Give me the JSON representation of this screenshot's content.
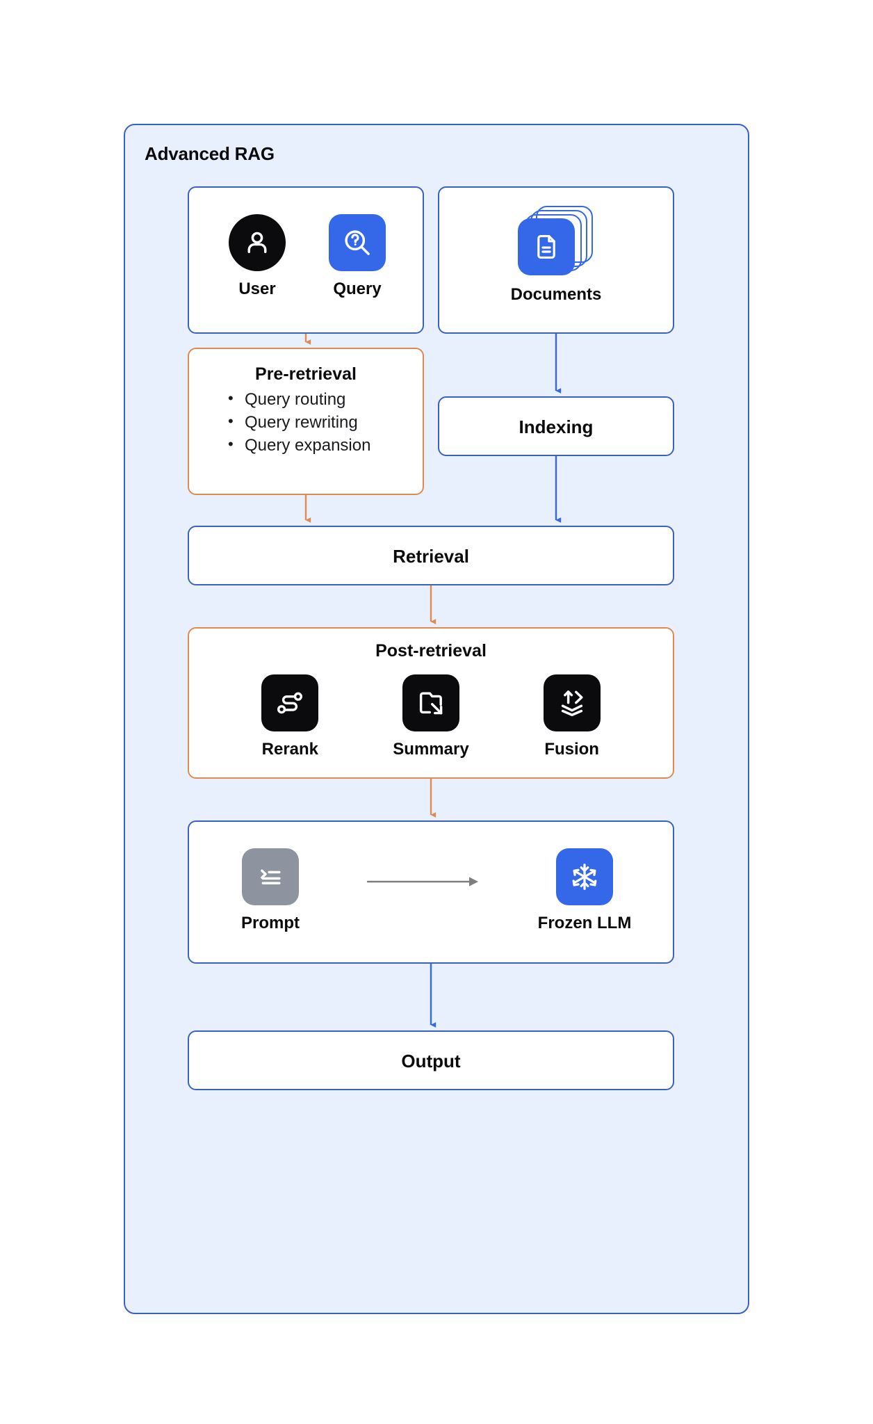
{
  "panel": {
    "title": "Advanced RAG",
    "bg_color": "#e9f0fd",
    "border_color": "#3a62c4"
  },
  "colors": {
    "blue": "#3568e8",
    "blue_border": "#3a62c4",
    "orange": "#e08a52",
    "black": "#0b0b0d",
    "gray": "#8e949f",
    "arrow_gray": "#7d7d7d"
  },
  "nodes": {
    "user_query": {
      "items": [
        {
          "label": "User",
          "icon": "user-icon",
          "shape": "circle",
          "color": "#0b0b0d"
        },
        {
          "label": "Query",
          "icon": "magnifier-question-icon",
          "shape": "rounded-square",
          "color": "#3568e8"
        }
      ]
    },
    "documents": {
      "label": "Documents",
      "icon": "document-stack-icon",
      "color": "#3568e8"
    },
    "pre_retrieval": {
      "title": "Pre-retrieval",
      "bullets": [
        "Query routing",
        "Query rewriting",
        "Query expansion"
      ]
    },
    "indexing": {
      "label": "Indexing"
    },
    "retrieval": {
      "label": "Retrieval"
    },
    "post_retrieval": {
      "title": "Post-retrieval",
      "items": [
        {
          "label": "Rerank",
          "icon": "node-graph-icon"
        },
        {
          "label": "Summary",
          "icon": "folder-arrow-icon"
        },
        {
          "label": "Fusion",
          "icon": "layers-arrow-icon"
        }
      ]
    },
    "generation": {
      "prompt": {
        "label": "Prompt",
        "icon": "prompt-list-icon",
        "color": "#8e949f"
      },
      "llm": {
        "label": "Frozen LLM",
        "icon": "snowflake-icon",
        "color": "#3568e8"
      },
      "arrow": {
        "icon": "right-arrow-icon",
        "color": "#7d7d7d"
      }
    },
    "output": {
      "label": "Output"
    }
  },
  "edges": [
    {
      "from": "user_query",
      "to": "pre_retrieval",
      "color": "#e08a52"
    },
    {
      "from": "documents",
      "to": "indexing",
      "color": "#3568e8"
    },
    {
      "from": "pre_retrieval",
      "to": "retrieval",
      "color": "#e08a52"
    },
    {
      "from": "indexing",
      "to": "retrieval",
      "color": "#3568e8"
    },
    {
      "from": "retrieval",
      "to": "post_retrieval",
      "color": "#e08a52"
    },
    {
      "from": "post_retrieval",
      "to": "generation",
      "color": "#e08a52"
    },
    {
      "from": "generation",
      "to": "output",
      "color": "#3568e8"
    }
  ]
}
